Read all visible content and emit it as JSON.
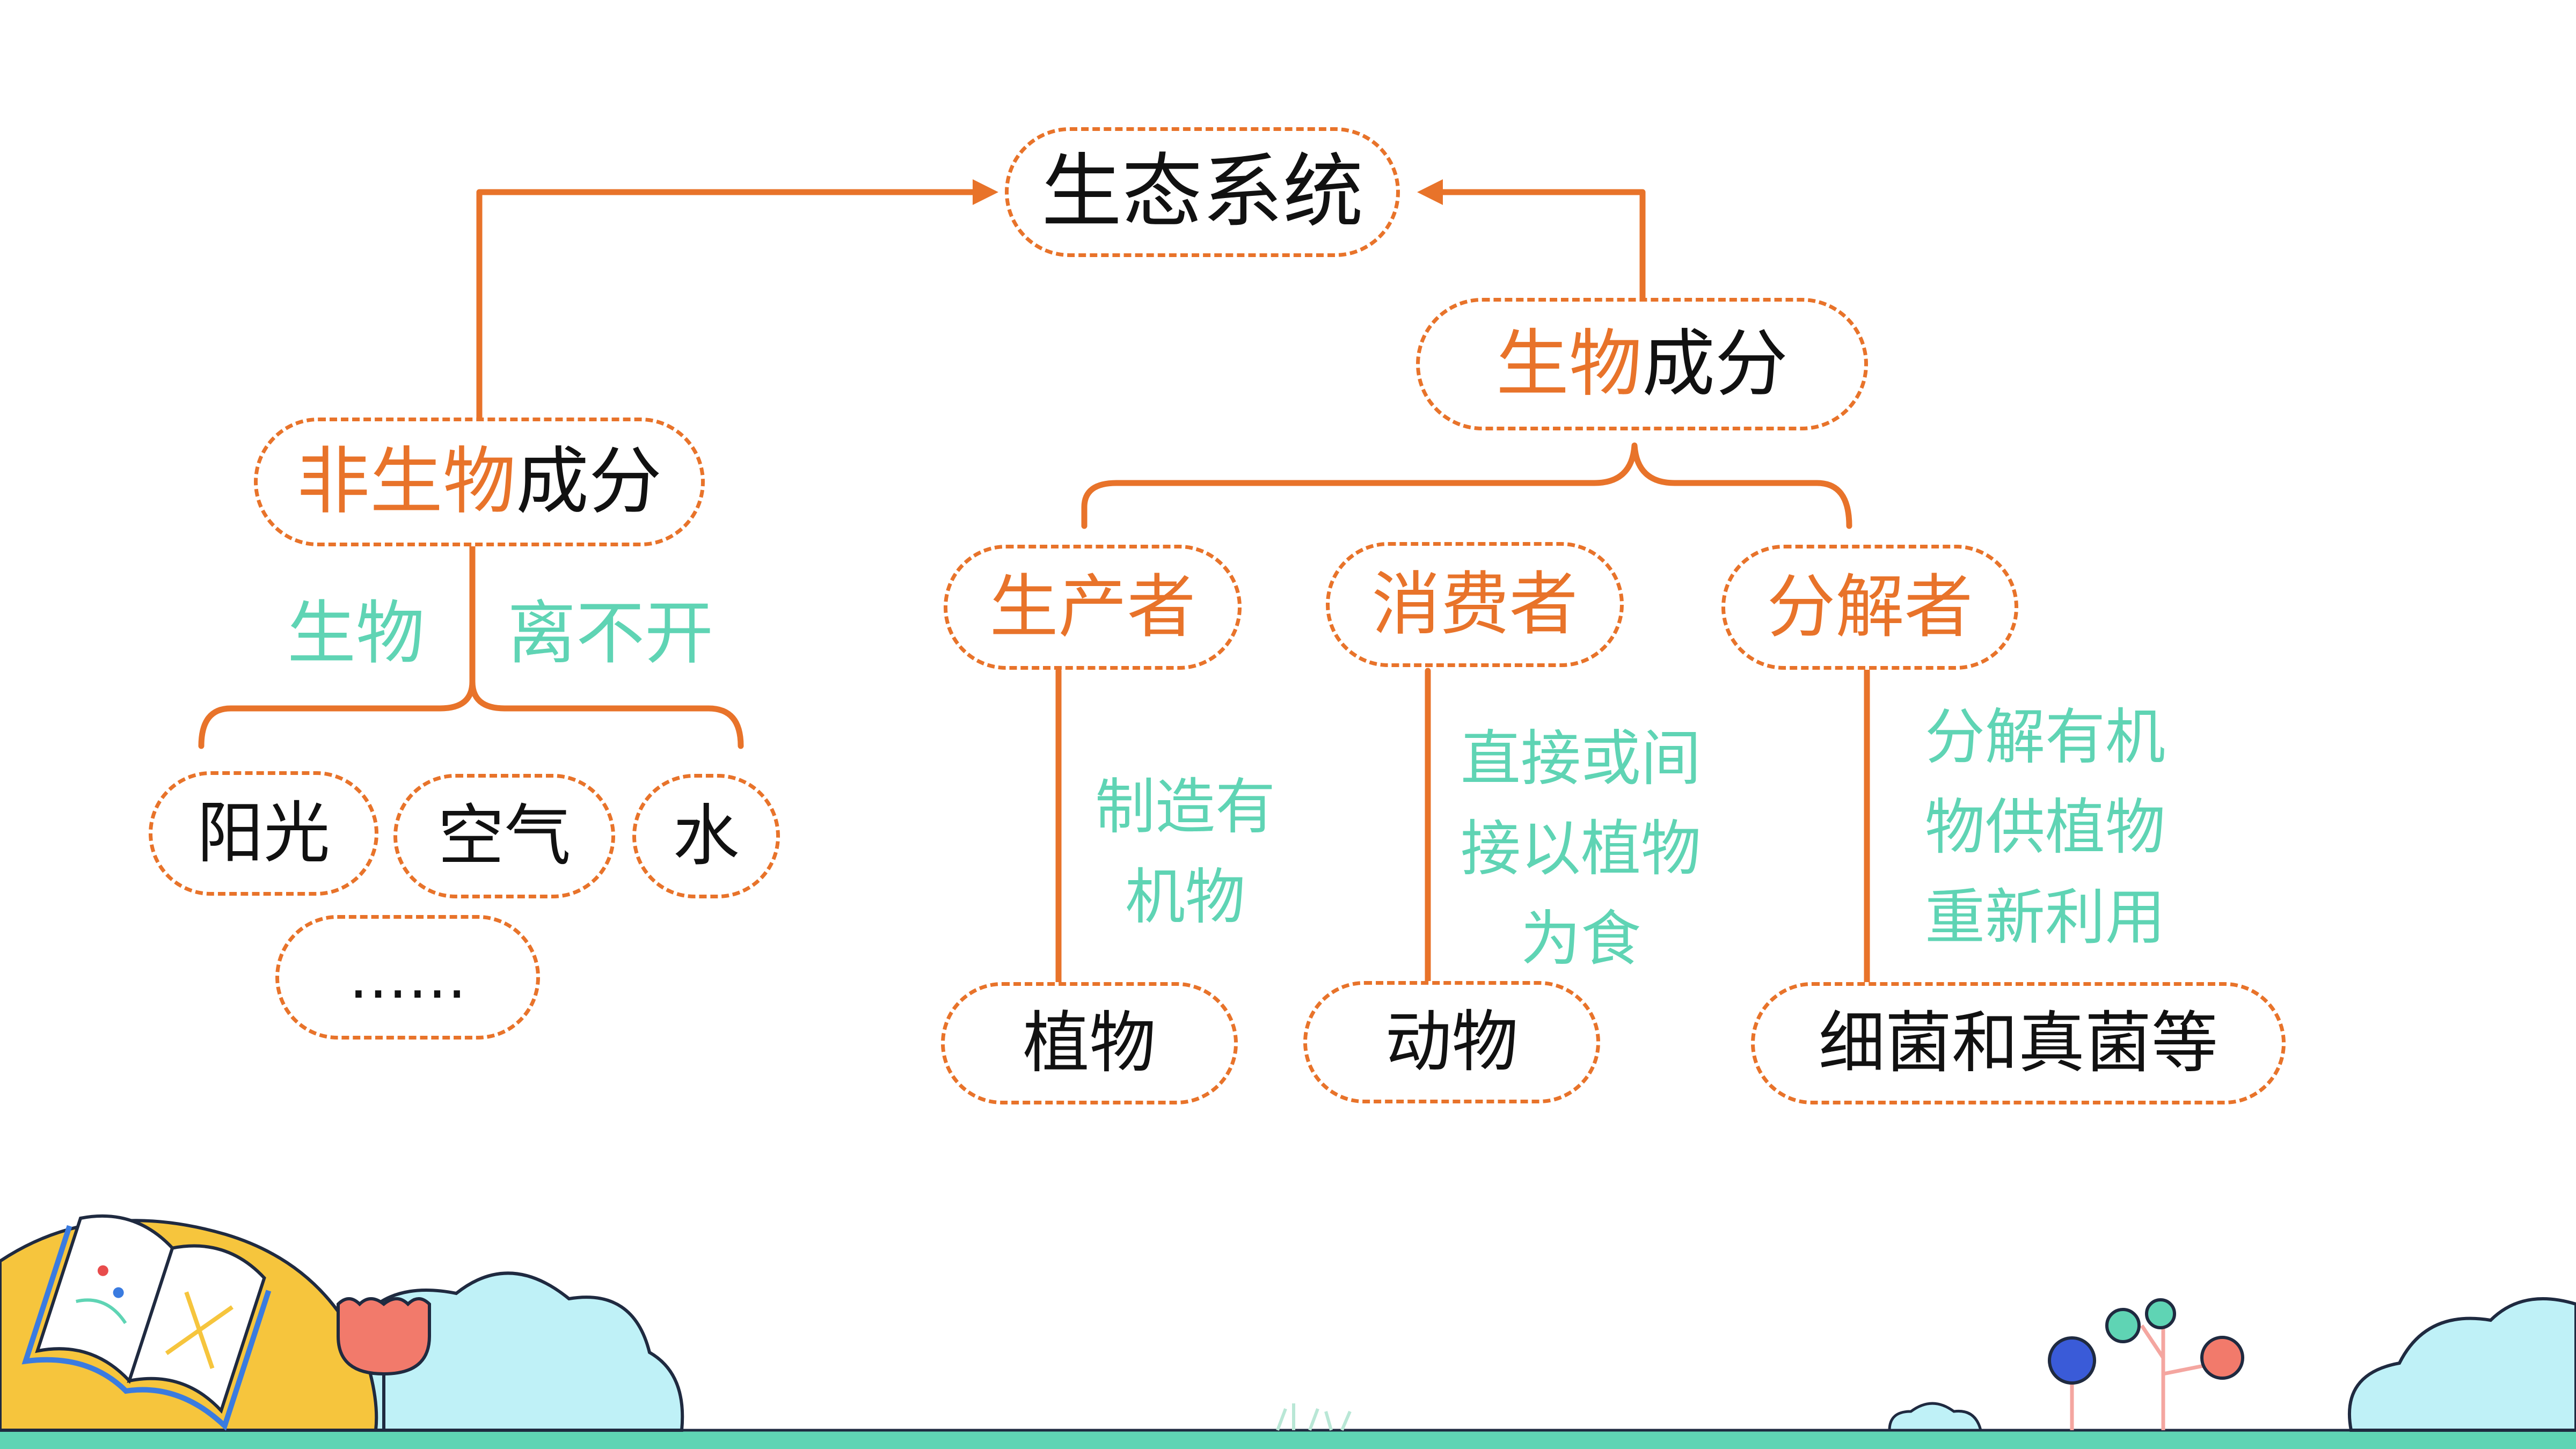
{
  "title": "生态系统",
  "abiotic": {
    "label_orange": "非生物",
    "label_dark": "成分",
    "note_left": "生物",
    "note_right": "离不开",
    "items": [
      "阳光",
      "空气",
      "水",
      "……"
    ]
  },
  "biotic": {
    "label_orange": "生物",
    "label_dark": "成分",
    "roles": [
      {
        "name": "生产者",
        "note_lines": [
          "制造有",
          "机物"
        ],
        "example": "植物"
      },
      {
        "name": "消费者",
        "note_lines": [
          "直接或间",
          "接以植物",
          "为食"
        ],
        "example": "动物"
      },
      {
        "name": "分解者",
        "note_lines": [
          "分解有机",
          "物供植物",
          "重新利用"
        ],
        "example": "细菌和真菌等"
      }
    ]
  },
  "colors": {
    "accent": "#e8732a",
    "note": "#5fd4b4",
    "text": "#111111"
  },
  "icons": [
    "open-book-icon",
    "tulip-icon",
    "lollipop-tree-icon",
    "cloud-icon",
    "grass-icon"
  ]
}
